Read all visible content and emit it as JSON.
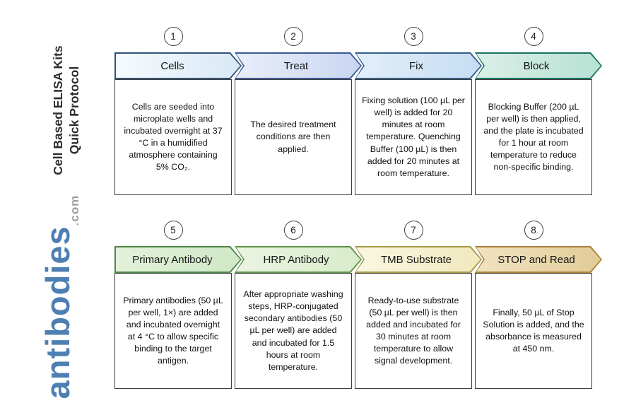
{
  "sidebar": {
    "title_line1": "Cell Based ELISA Kits",
    "title_line2": "Quick Protocol",
    "title_color": "#2d2d2d",
    "brand": "antibodies",
    "brand_suffix": ".com",
    "brand_color": "#4d7fb2",
    "brand_suffix_color": "#9a9fa4"
  },
  "steps": [
    {
      "number": "1",
      "label": "Cells",
      "description": "Cells are seeded into microplate wells and incubated overnight at 37 °C in a humidified atmosphere containing 5% CO₂.",
      "fill_from": "#f5fafd",
      "fill_to": "#d8e9f6",
      "border_color": "#33527b"
    },
    {
      "number": "2",
      "label": "Treat",
      "description": "The desired treatment conditions are then applied.",
      "fill_from": "#e9eefb",
      "fill_to": "#c9d6f2",
      "border_color": "#3c5a96"
    },
    {
      "number": "3",
      "label": "Fix",
      "description": "Fixing solution (100 µL per well) is added for 20 minutes at room temperature. Quenching Buffer (100 µL) is then added for 20 minutes at room temperature.",
      "fill_from": "#e3eefa",
      "fill_to": "#c5ddf3",
      "border_color": "#336089"
    },
    {
      "number": "4",
      "label": "Block",
      "description": "Blocking Buffer (200 µL per well) is then applied, and the plate is incubated for 1 hour at room temperature to reduce non-specific binding.",
      "fill_from": "#daefe7",
      "fill_to": "#b7e1d4",
      "border_color": "#1d7262"
    },
    {
      "number": "5",
      "label": "Primary Antibody",
      "description": "Primary antibodies (50 µL per well, 1×) are added and incubated overnight at 4 °C to allow specific binding to the target antigen.",
      "fill_from": "#e3f1da",
      "fill_to": "#cfe8c6",
      "border_color": "#4e8747"
    },
    {
      "number": "6",
      "label": "HRP Antibody",
      "description": "After appropriate washing steps, HRP-conjugated secondary antibodies (50 µL per well) are added and incubated for 1.5 hours at room temperature.",
      "fill_from": "#ebf4e1",
      "fill_to": "#d8ecca",
      "border_color": "#5d9349"
    },
    {
      "number": "7",
      "label": "TMB Substrate",
      "description": "Ready-to-use substrate (50 µL per well) is then added and incubated for 30 minutes at room temperature to allow signal development.",
      "fill_from": "#faf7e3",
      "fill_to": "#f0e9bd",
      "border_color": "#a39a45"
    },
    {
      "number": "8",
      "label": "STOP and Read",
      "description": "Finally, 50 µL of Stop Solution is added, and the absorbance is measured at 450 nm.",
      "fill_from": "#f1e3c2",
      "fill_to": "#e2cb96",
      "border_color": "#aa8039"
    }
  ]
}
